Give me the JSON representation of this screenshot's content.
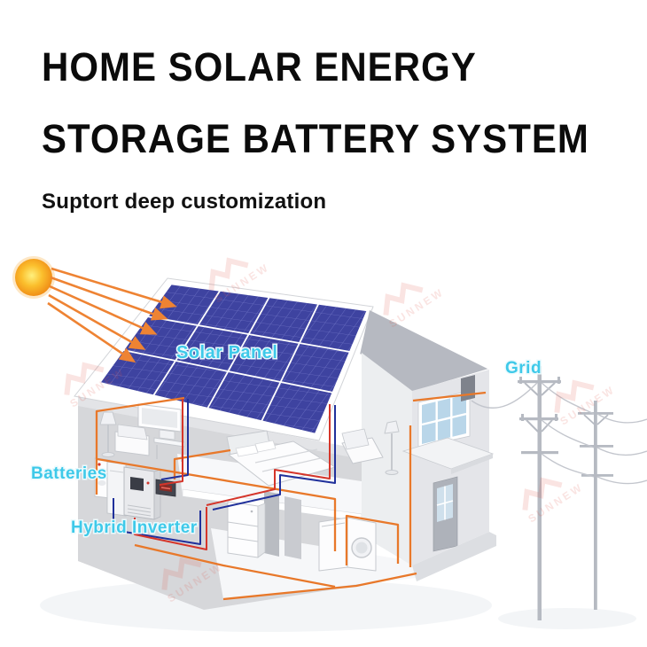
{
  "header": {
    "title_line1": "HOME SOLAR ENERGY",
    "title_line2": "STORAGE BATTERY SYSTEM",
    "subtitle": "Suptort deep customization"
  },
  "diagram": {
    "labels": {
      "solar_panel": "Solar Panel",
      "grid": "Grid",
      "batteries": "Batteries",
      "hybrid_inverter": "Hybrid Inverter"
    },
    "watermark_text": "SUNNEW",
    "colors": {
      "panel_blue": "#3E43A0",
      "label_cyan": "#3EC9E9",
      "wire_orange": "#E8782A",
      "wire_red": "#D5352A",
      "wire_blue": "#20309B",
      "sun_orange": "#F08A1D",
      "roof_gray": "#B6B9C1",
      "watermark_red": "#DD5349"
    }
  }
}
